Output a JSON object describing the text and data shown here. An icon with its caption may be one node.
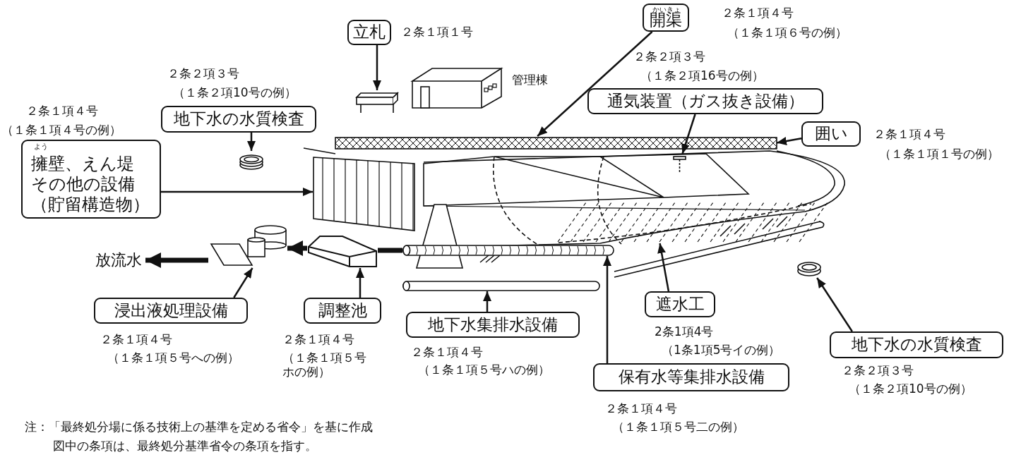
{
  "diagram": {
    "nodes": [
      {
        "text": [
          "立札"
        ],
        "beside": [
          "２条１項１号"
        ]
      },
      {
        "text": [],
        "shape": "box"
      },
      {
        "text": [],
        "shape": "picture",
        "beside": [
          "管理棟"
        ]
      },
      {
        "text": [
          "かいきょ",
          "開渠"
        ],
        "beside": [
          "２条１項４号",
          "（１条１項６号の例）"
        ]
      },
      {
        "text": [
          "通気装置（ガス抜き設備）"
        ],
        "beside": [
          "２条２項３号",
          "（１条２項16号の例）"
        ]
      },
      {
        "text": [],
        "shape": "picture"
      },
      {
        "text": [
          "囲い"
        ],
        "beside": [
          "２条１項４号",
          "（１条１項１号の例）"
        ]
      },
      {
        "text": [],
        "shape": "band"
      },
      {
        "text": [
          "地下水の水質検査"
        ],
        "beside": [
          "２条２項３号",
          "（１条２項10号の例）"
        ]
      },
      {
        "text": [],
        "shape": "cylinder"
      },
      {
        "text": [
          "よう",
          "擁壁、えん堤その他の設備（貯留構造物）"
        ],
        "beside": [
          "２条１項４号",
          "（１条１項４号の例）"
        ]
      },
      {
        "text": [],
        "shape": "picture"
      },
      {
        "text": [
          "遮水工"
        ],
        "beside": [
          "2条1項4号",
          "（1条1項5号イの例）"
        ]
      },
      {
        "text": [],
        "shape": "picture"
      },
      {
        "text": [
          "保有水等集排水設備"
        ],
        "beside": [
          "２条１項４号",
          "（１条１項５号二の例）"
        ]
      },
      {
        "text": [],
        "shape": "bar"
      },
      {
        "text": [
          "地下水集排水設備"
        ],
        "beside": [
          "２条１項４号",
          "（１条１項５号ハの例）"
        ]
      },
      {
        "text": [],
        "shape": "bar"
      },
      {
        "text": [
          "調整池"
        ],
        "beside": [
          "２条１項４号",
          "（１条１項５号ホの例）"
        ]
      },
      {
        "text": [],
        "shape": "box"
      },
      {
        "text": [
          "浸出液処理設備"
        ],
        "beside": [
          "２条１項４号",
          "（１条１項５号への例）"
        ]
      },
      {
        "text": [],
        "shape": "picture"
      },
      {
        "text": [
          "地下水の水質検査"
        ],
        "beside": [
          "２条２項３号",
          "（１条２項10号の例）"
        ]
      },
      {
        "text": [],
        "shape": "cylinder"
      },
      {
        "text": [
          "放流水"
        ]
      }
    ],
    "edges": [
      {
        "from": 0,
        "to": 1,
        "arrow": "to"
      },
      {
        "from": 3,
        "to": 7,
        "arrow": "to"
      },
      {
        "from": 4,
        "to": 5,
        "arrow": "to"
      },
      {
        "from": 6,
        "to": 7,
        "arrow": "to"
      },
      {
        "from": 8,
        "to": 9,
        "arrow": "to"
      },
      {
        "from": 10,
        "to": 11,
        "arrow": "to"
      },
      {
        "from": 12,
        "to": 13,
        "arrow": "to"
      },
      {
        "from": 14,
        "to": 15,
        "arrow": "to"
      },
      {
        "from": 16,
        "to": 17,
        "arrow": "to"
      },
      {
        "from": 18,
        "to": 19,
        "arrow": "to"
      },
      {
        "from": 20,
        "to": 21,
        "arrow": "to"
      },
      {
        "from": 22,
        "to": 23,
        "arrow": "to"
      },
      {
        "from": 15,
        "to": 19,
        "arrow": "none",
        "style": "thick"
      },
      {
        "from": 19,
        "to": 21,
        "arrow": "to",
        "style": "thick"
      },
      {
        "from": 21,
        "to": 24,
        "arrow": "to",
        "style": "thick"
      }
    ],
    "labels": [
      "注：「最終処分場に係る技術上の基準を定める省令」を基に作成",
      "図中の条項は、最終処分基準省令の条項を指す。"
    ]
  }
}
